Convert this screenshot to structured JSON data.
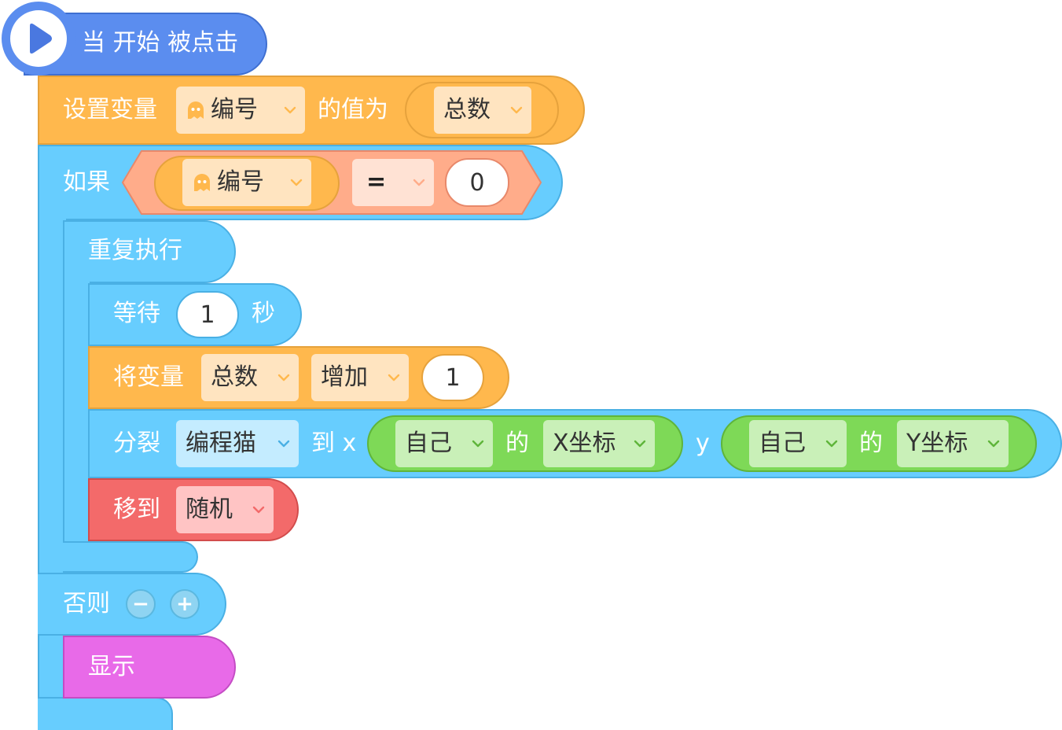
{
  "colors": {
    "hat": "#5b8def",
    "variable": "#ffb84d",
    "control": "#67cdfe",
    "operator": "#ffac8a",
    "sensing": "#7ed957",
    "motion": "#f36a6a",
    "looks": "#e86ae8"
  },
  "hat_block": {
    "label": "当 开始 被点击",
    "icon": "play-icon"
  },
  "set_var_block": {
    "label": "设置变量",
    "variable": "编号",
    "mid_label": "的值为",
    "value_variable": "总数"
  },
  "if_block": {
    "label": "如果",
    "condition": {
      "left_variable": "编号",
      "operator": "=",
      "right_value": "0"
    },
    "else_label": "否则",
    "minus_symbol": "−",
    "plus_symbol": "+"
  },
  "repeat_block": {
    "label": "重复执行"
  },
  "wait_block": {
    "label": "等待",
    "value": "1",
    "unit": "秒"
  },
  "change_var_block": {
    "label": "将变量",
    "variable": "总数",
    "action": "增加",
    "value": "1"
  },
  "clone_block": {
    "label": "分裂",
    "target": "编程猫",
    "to_x_label": "到 x",
    "y_label": "y",
    "x_expr": {
      "object": "自己",
      "of_label": "的",
      "property": "X坐标"
    },
    "y_expr": {
      "object": "自己",
      "of_label": "的",
      "property": "Y坐标"
    }
  },
  "move_block": {
    "label": "移到",
    "target": "随机"
  },
  "show_block": {
    "label": "显示"
  }
}
